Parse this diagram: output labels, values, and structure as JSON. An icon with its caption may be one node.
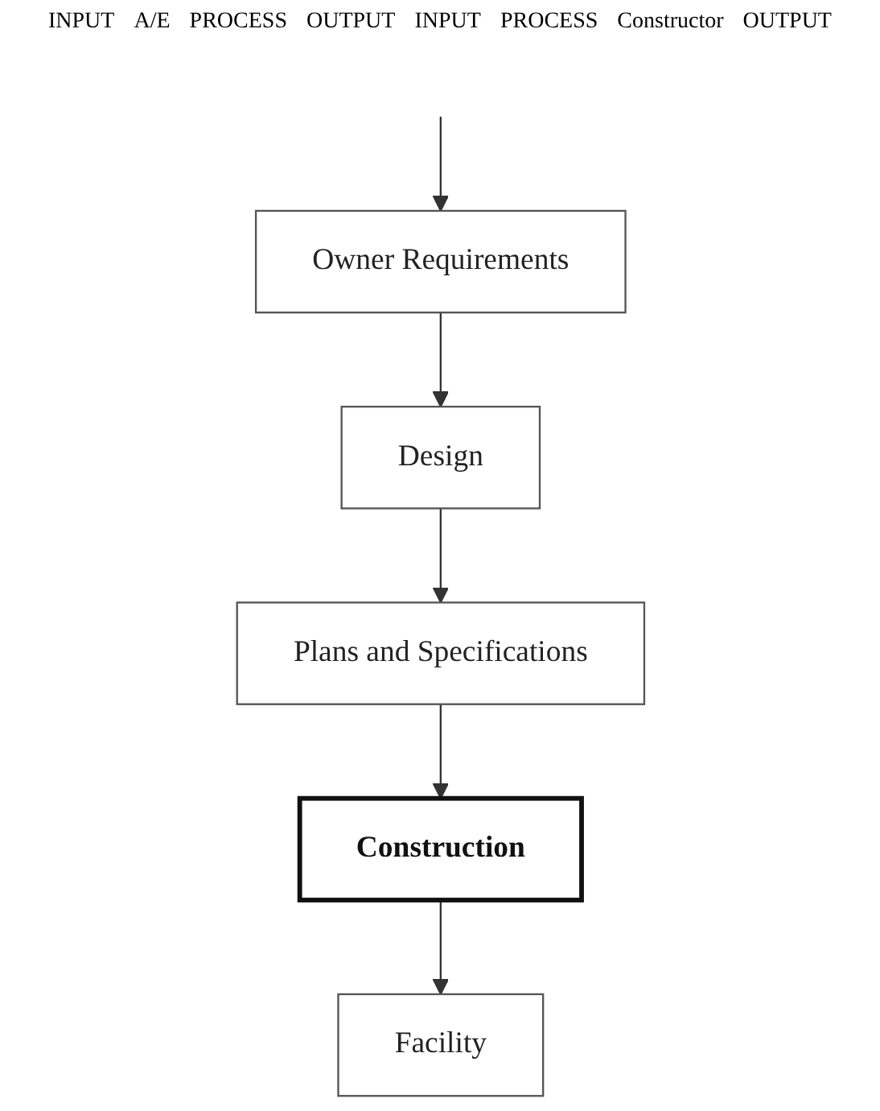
{
  "diagram": {
    "nodes": [
      {
        "text": [
          "Owner Requirements"
        ]
      },
      {
        "text": [
          "Design"
        ]
      },
      {
        "text": [
          "Plans and Specifications"
        ]
      },
      {
        "text": [
          "Construction"
        ]
      },
      {
        "text": [
          "Facility"
        ]
      }
    ],
    "edges": [
      {
        "from": null,
        "to": 0,
        "arrow": "to"
      },
      {
        "from": 0,
        "to": 1,
        "arrow": "to"
      },
      {
        "from": 1,
        "to": 2,
        "arrow": "to"
      },
      {
        "from": 2,
        "to": 3,
        "arrow": "to"
      },
      {
        "from": 3,
        "to": 4,
        "arrow": "to"
      }
    ],
    "labels": [
      "INPUT",
      "A/E",
      "PROCESS",
      "OUTPUT",
      "INPUT",
      "PROCESS",
      "Constructor",
      "OUTPUT"
    ]
  }
}
